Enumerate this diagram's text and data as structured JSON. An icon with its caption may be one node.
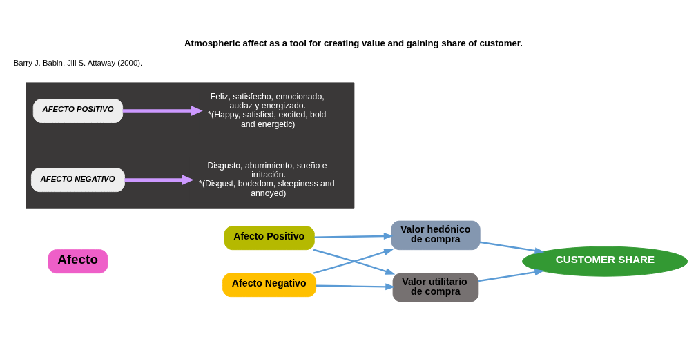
{
  "diagram": {
    "title": "Atmospheric affect as a tool for creating value and gaining share of customer.",
    "nodes": [
      {
        "text": [
          "Afecto"
        ]
      },
      {
        "text": [
          "Afecto Positivo"
        ]
      },
      {
        "text": [
          "Afecto Negativo"
        ]
      },
      {
        "text": [
          "Valor hedónico de compra"
        ]
      },
      {
        "text": [
          "Valor utilitario de compra"
        ]
      },
      {
        "text": [
          "CUSTOMER SHARE"
        ]
      },
      {
        "text": [],
        "shape": "bar"
      },
      {
        "text": [
          "AFECTO POSITIVO"
        ],
        "in": 6
      },
      {
        "text": [
          "Feliz, satisfecho, emocionado, audaz y energizado.",
          "*(Happy, satisfied, excited, bold and energetic)"
        ],
        "in": 6
      },
      {
        "text": [
          "AFECTO NEGATIVO"
        ],
        "in": 6
      },
      {
        "text": [
          "Disgusto, aburrimiento, sueño e irritación.",
          "*(Disgust, bodedom, sleepiness and annoyed)"
        ],
        "in": 6
      }
    ],
    "edges": [
      {
        "from": 1,
        "to": 3,
        "arrow": "to"
      },
      {
        "from": 1,
        "to": 4,
        "arrow": "to"
      },
      {
        "from": 2,
        "to": 3,
        "arrow": "to"
      },
      {
        "from": 2,
        "to": 4,
        "arrow": "to"
      },
      {
        "from": 3,
        "to": 5,
        "arrow": "to"
      },
      {
        "from": 4,
        "to": 5,
        "arrow": "to"
      },
      {
        "from": 7,
        "to": 8,
        "arrow": "to",
        "color": "#cc99ff",
        "style": "thick"
      },
      {
        "from": 9,
        "to": 10,
        "arrow": "to",
        "color": "#cc99ff",
        "style": "thick"
      }
    ],
    "labels": [
      "Barry J. Babin, Jill S. Attaway (2000)."
    ]
  }
}
